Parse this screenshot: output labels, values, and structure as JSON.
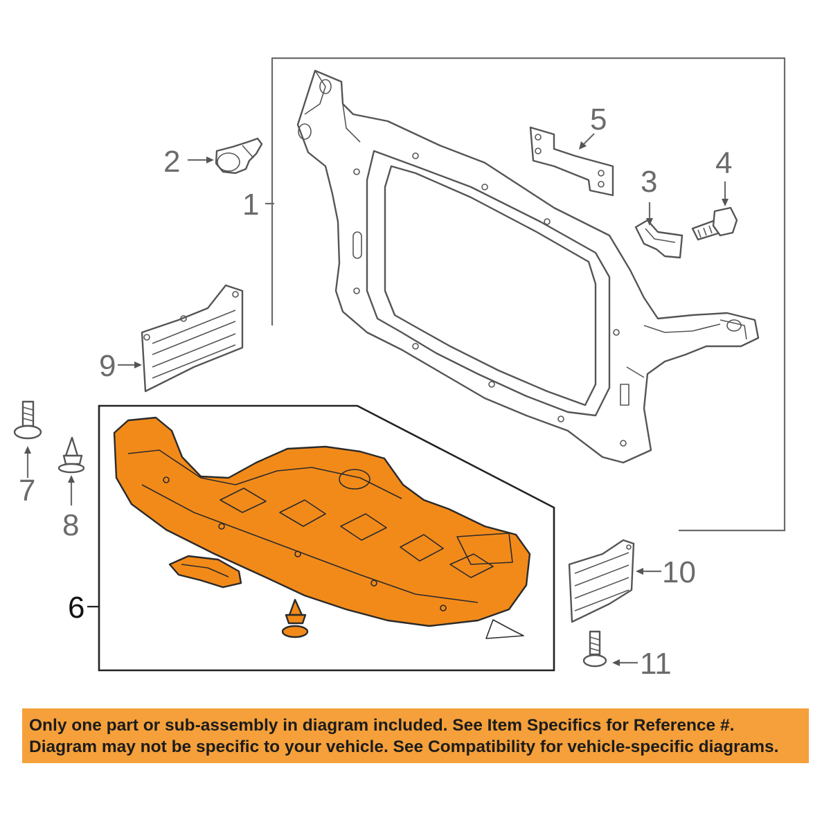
{
  "callouts": {
    "c1": "1",
    "c2": "2",
    "c3": "3",
    "c4": "4",
    "c5": "5",
    "c6": "6",
    "c7": "7",
    "c8": "8",
    "c9": "9",
    "c10": "10",
    "c11": "11"
  },
  "notice": {
    "line1": "Only one part or sub-assembly in diagram included. See Item Specifics for Reference #.",
    "line2": "Diagram may not be specific to your vehicle. See Compatibility for vehicle-specific diagrams."
  },
  "colors": {
    "highlight_part": "#f28a1a",
    "notice_banner": "#f5a03a",
    "line_art": "#555555"
  }
}
